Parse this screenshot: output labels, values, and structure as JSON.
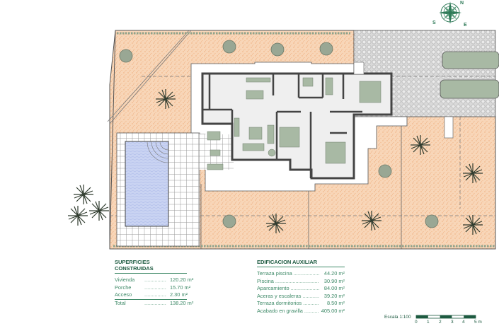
{
  "plan": {
    "colors": {
      "garden": "#f7d2b3",
      "gravel": "#d8d8d8",
      "pool": "#c9d3f2",
      "interior": "#efefef",
      "walls": "#4a4a4a",
      "furniture": "#a8b9a4",
      "text": "#3f8a68",
      "title": "#1d5a40"
    },
    "icons": [
      "compass-rose-icon",
      "tree-icon",
      "palm-tree-icon",
      "car-icon",
      "bed-icon",
      "sofa-icon",
      "dining-table-icon"
    ]
  },
  "compass": {
    "n": "N",
    "s": "S",
    "e": "E"
  },
  "built_surfaces": {
    "title": "SUPERFICIES CONSTRUIDAS",
    "rows": [
      {
        "label": "Vivienda",
        "dots": "...............",
        "value": "120.20 m²"
      },
      {
        "label": "Porche",
        "dots": "...............",
        "value": "15.70 m²"
      },
      {
        "label": "Acceso",
        "dots": "...............",
        "value": "2.30 m²"
      }
    ],
    "total": {
      "label": "Total",
      "dots": "...............",
      "value": "138.20 m²"
    }
  },
  "auxiliary": {
    "title": "EDIFICACION AUXILIAR",
    "rows": [
      {
        "label": "Terraza piscina",
        "dots": "..............................",
        "value": "44.20 m²"
      },
      {
        "label": "Piscina",
        "dots": "..............................",
        "value": "30.90 m²"
      },
      {
        "label": "Aparcamiento",
        "dots": "..............................",
        "value": "84.00 m²"
      },
      {
        "label": "Aceras y escaleras",
        "dots": "..............................",
        "value": "39.20 m²"
      },
      {
        "label": "Terraza dormitorios",
        "dots": "..............................",
        "value": "8.50 m²"
      },
      {
        "label": "Acabado en gravilla",
        "dots": "..............................",
        "value": "405.00 m²"
      }
    ]
  },
  "scale": {
    "label": "Escala 1:100",
    "ticks": [
      "0",
      "1",
      "2",
      "3",
      "4",
      "5 m"
    ]
  }
}
